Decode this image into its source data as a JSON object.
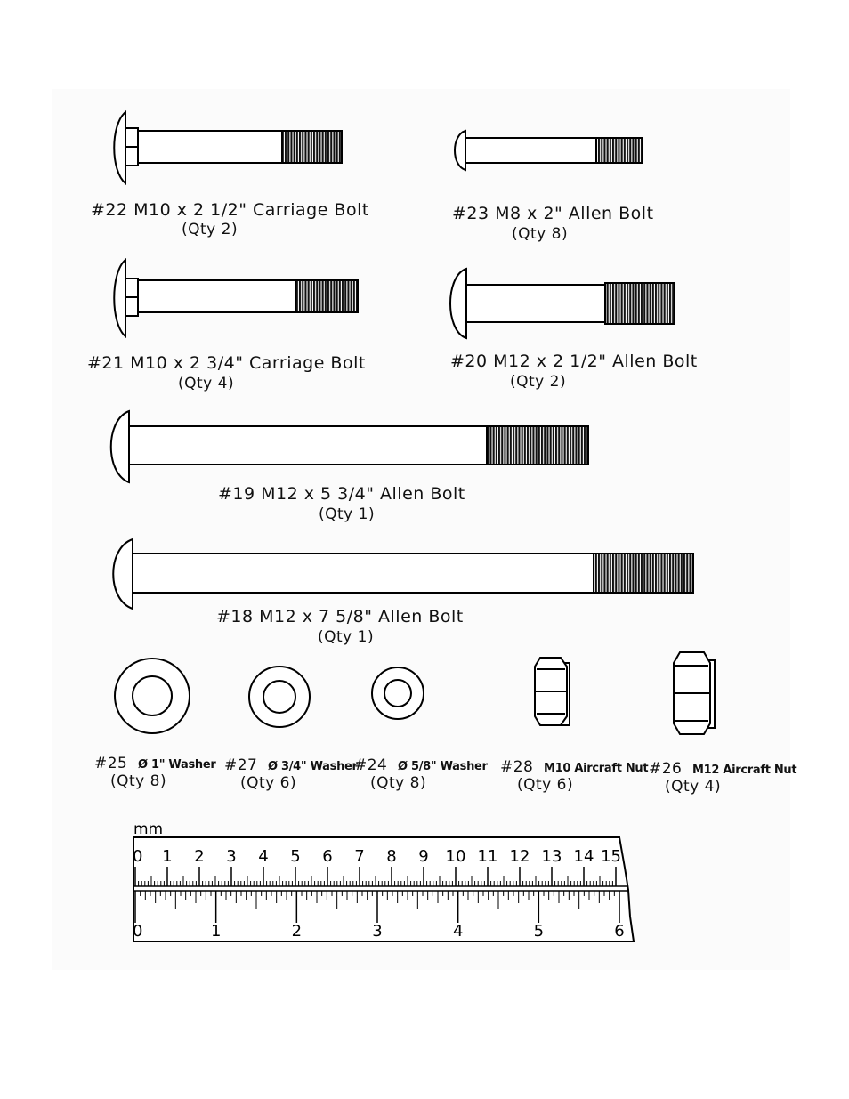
{
  "bolts": [
    {
      "id": "bolt-22",
      "label": "#22 M10 x 2 1/2\" Carriage Bolt",
      "qty": "(Qty 2)",
      "kind": "carriage"
    },
    {
      "id": "bolt-23",
      "label": "#23 M8 x 2\" Allen Bolt",
      "qty": "(Qty 8)",
      "kind": "allen"
    },
    {
      "id": "bolt-21",
      "label": "#21 M10 x 2 3/4\" Carriage Bolt",
      "qty": "(Qty 4)",
      "kind": "carriage"
    },
    {
      "id": "bolt-20",
      "label": "#20 M12 x 2 1/2\" Allen Bolt",
      "qty": "(Qty 2)",
      "kind": "allen"
    },
    {
      "id": "bolt-19",
      "label": "#19 M12 x 5 3/4\" Allen Bolt",
      "qty": "(Qty 1)",
      "kind": "allen"
    },
    {
      "id": "bolt-18",
      "label": "#18 M12 x 7 5/8\" Allen Bolt",
      "qty": "(Qty 1)",
      "kind": "allen"
    }
  ],
  "small_parts": [
    {
      "id": "washer-25",
      "num": "#25",
      "desc": "Ø 1\" Washer",
      "qty": "(Qty 8)"
    },
    {
      "id": "washer-27",
      "num": "#27",
      "desc": "Ø 3/4\" Washer",
      "qty": "(Qty 6)"
    },
    {
      "id": "washer-24",
      "num": "#24",
      "desc": "Ø 5/8\" Washer",
      "qty": "(Qty 8)"
    },
    {
      "id": "nut-28",
      "num": "#28",
      "desc": "M10 Aircraft Nut",
      "qty": "(Qty 6)"
    },
    {
      "id": "nut-26",
      "num": "#26",
      "desc": "M12 Aircraft Nut",
      "qty": "(Qty 4)"
    }
  ],
  "ruler": {
    "unit_label": "mm",
    "top_labels": [
      "0",
      "1",
      "2",
      "3",
      "4",
      "5",
      "6",
      "7",
      "8",
      "9",
      "10",
      "11",
      "12",
      "13",
      "14",
      "15"
    ],
    "bottom_labels": [
      "0",
      "1",
      "2",
      "3",
      "4",
      "5",
      "6"
    ]
  }
}
